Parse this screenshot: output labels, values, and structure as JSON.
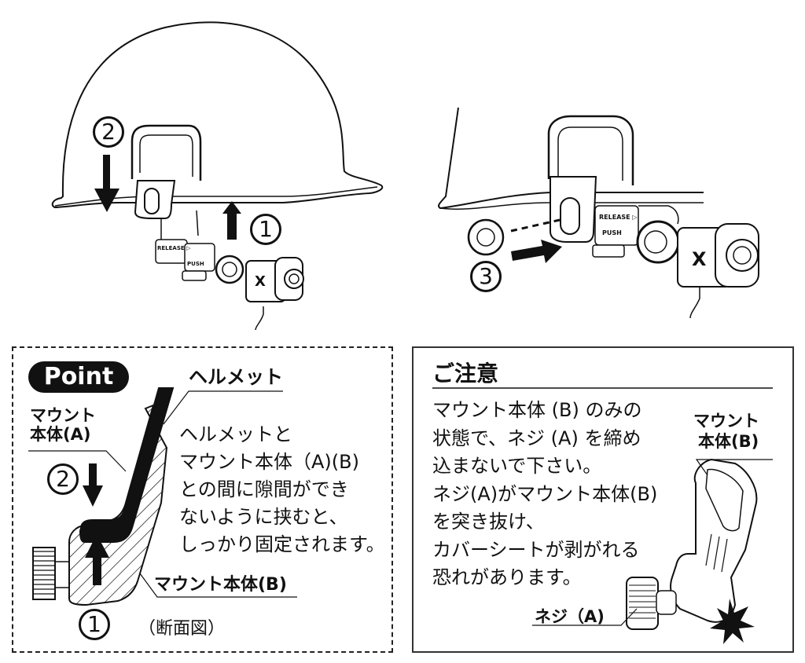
{
  "step_markers": {
    "step1": "1",
    "step2": "2",
    "step3": "3"
  },
  "camera_labels": {
    "release": "RELEASE ▷",
    "push": "PUSH",
    "logo": "X"
  },
  "point_section": {
    "badge": "Point",
    "label_helmet": "ヘルメット",
    "label_mount_a_line1": "マウント",
    "label_mount_a_line2": "本体(A)",
    "label_mount_b": "マウント本体(B)",
    "caption": "（断面図）",
    "step_down": "2",
    "step_up": "1",
    "body_lines": [
      "ヘルメットと",
      "マウント本体（A)(B)",
      "との間に隙間ができ",
      "ないように挟むと、",
      "しっかり固定されます。"
    ]
  },
  "caution_section": {
    "title": "ご注意",
    "body_lines": [
      "マウント本体 (B) のみの",
      "状態で、ネジ (A) を締め",
      "込まないで下さい。",
      "ネジ(A)がマウント本体(B)",
      "を突き抜け、",
      "カバーシートが剥がれる",
      "恐れがあります。"
    ],
    "label_mount_b_line1": "マウント",
    "label_mount_b_line2": "本体(B)",
    "label_screw_a": "ネジ（A)"
  }
}
